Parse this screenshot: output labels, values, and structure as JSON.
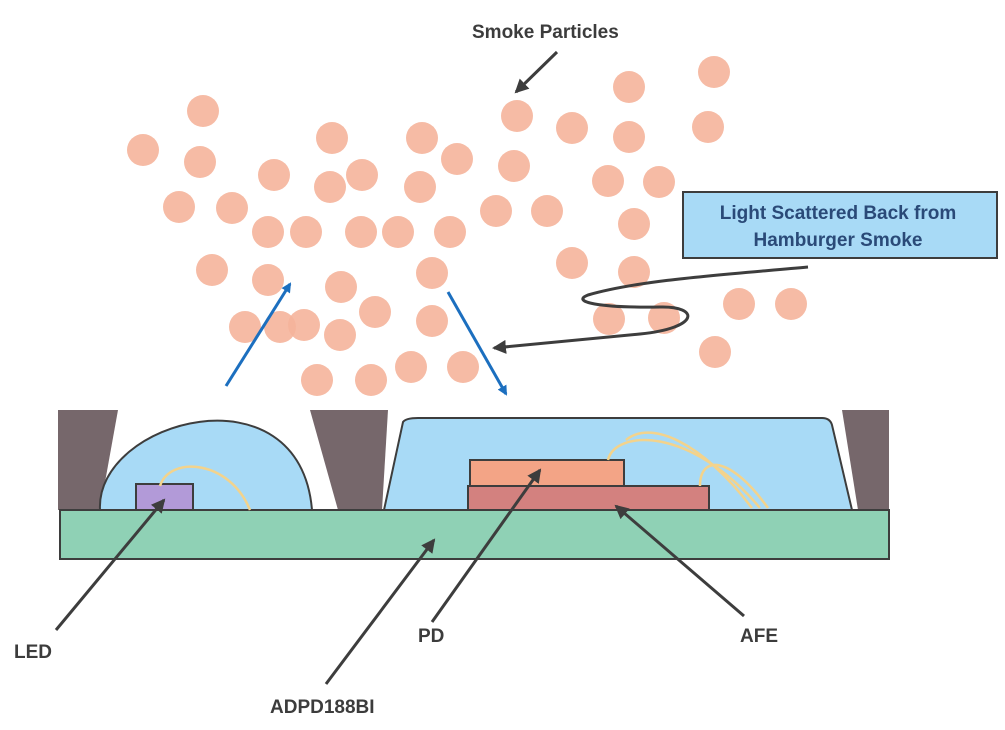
{
  "labels": {
    "smoke_particles": "Smoke Particles",
    "callout_line1": "Light Scattered Back from",
    "callout_line2": "Hamburger Smoke",
    "led": "LED",
    "pd": "PD",
    "afe": "AFE",
    "chip": "ADPD188BI"
  },
  "colors": {
    "particle": "#f5b49b",
    "housing": "#76676b",
    "lens": "#a8daf6",
    "substrate": "#8fd1b5",
    "led": "#b29ad8",
    "pd": "#f3a486",
    "afe": "#d3817f",
    "bond_wire": "#f3d38c",
    "light_arrow": "#1c6fbf",
    "pointer": "#3d3d3d",
    "callout_fill": "#a8daf6",
    "callout_text": "#2a4a78"
  },
  "icons": {
    "emitted_light": "arrow-up-right",
    "returned_light": "arrow-down-right"
  }
}
